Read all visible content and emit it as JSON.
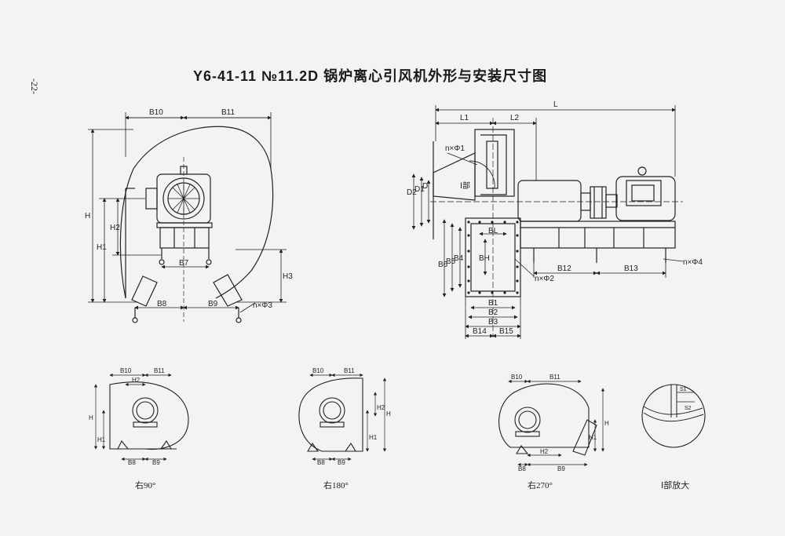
{
  "page": {
    "title": "Y6-41-11 №11.2D 锅炉离心引风机外形与安装尺寸图",
    "page_number": "-22-"
  },
  "main_front_view": {
    "labels": {
      "b10": "B10",
      "b11": "B11",
      "h": "H",
      "h1": "H1",
      "h2": "H2",
      "h3": "H3",
      "b7": "B7",
      "b8": "B8",
      "b9": "B9",
      "bolt": "n×Φ3"
    }
  },
  "side_view": {
    "labels": {
      "l": "L",
      "l1": "L1",
      "l2": "L2",
      "d": "D",
      "d1": "D1",
      "d2": "D2",
      "part1": "Ⅰ部",
      "n_phi1": "n×Φ1",
      "n_phi2": "n×Φ2",
      "n_phi4": "n×Φ4",
      "bl": "BL",
      "bh": "BH",
      "b4": "B4",
      "b5": "B5",
      "b6": "B6",
      "b1": "B1",
      "b2": "B2",
      "b3": "B3",
      "b12": "B12",
      "b13": "B13",
      "b14": "B14",
      "b15": "B15"
    }
  },
  "rotation_views": [
    {
      "caption": "右90°",
      "b10": "B10",
      "b11": "B11",
      "h": "H",
      "h1": "H1",
      "h2": "H2",
      "b8": "B8",
      "b9": "B9"
    },
    {
      "caption": "右180°",
      "b10": "B10",
      "b11": "B11",
      "h": "H",
      "h1": "H1",
      "h2": "H2",
      "b8": "B8",
      "b9": "B9"
    },
    {
      "caption": "右270°",
      "b10": "B10",
      "b11": "B11",
      "h": "H",
      "h1": "H1",
      "h2": "H2",
      "b8": "B8",
      "b9": "B9"
    }
  ],
  "detail_view": {
    "caption": "Ⅰ部放大",
    "s1": "S1",
    "s2": "S2"
  }
}
